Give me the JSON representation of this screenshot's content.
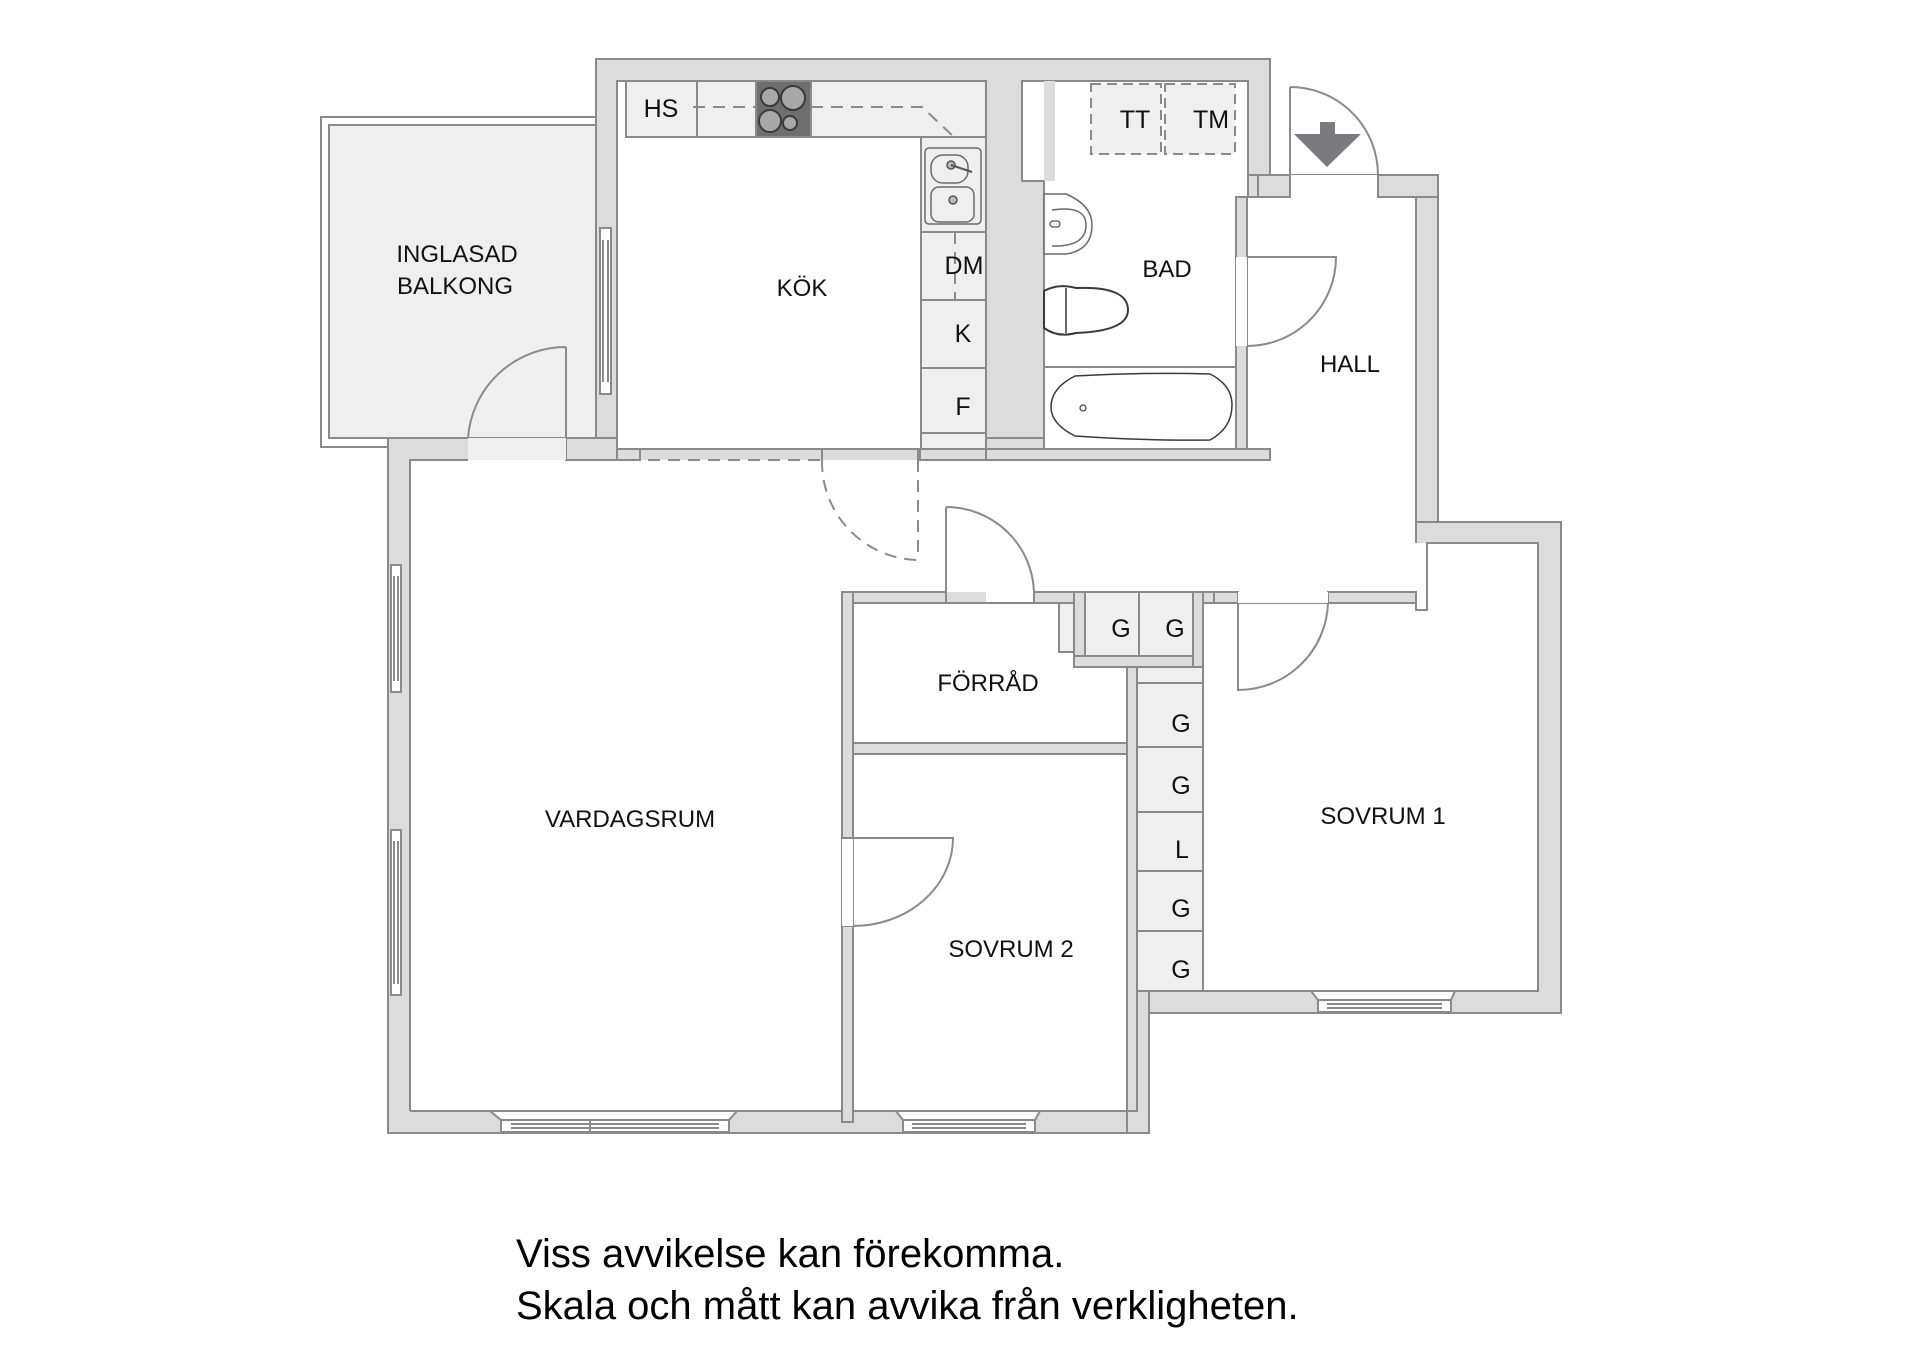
{
  "floorplan": {
    "rooms": {
      "balcony_line1": "INGLASAD",
      "balcony_line2": "BALKONG",
      "kitchen": "KÖK",
      "bathroom": "BAD",
      "hall": "HALL",
      "storage": "FÖRRÅD",
      "living_room": "VARDAGSRUM",
      "bedroom_2": "SOVRUM 2",
      "bedroom_1": "SOVRUM 1"
    },
    "kitchen_fixtures": {
      "top_left": "HS",
      "dishwasher": "DM",
      "fridge": "K",
      "freezer": "F"
    },
    "bathroom_fixtures": {
      "dryer": "TT",
      "washer": "TM"
    },
    "closets": {
      "top_row": [
        "G",
        "G"
      ],
      "column": [
        "G",
        "G",
        "L",
        "G",
        "G"
      ]
    },
    "colors": {
      "wall_fill": "#dcdcdc",
      "wall_stroke": "#8a8a8a",
      "cabinet_fill": "#efefef",
      "entry_arrow": "#7a7a80"
    }
  },
  "disclaimer": {
    "line1": "Viss avvikelse kan förekomma.",
    "line2": "Skala och mått kan avvika från verkligheten."
  }
}
